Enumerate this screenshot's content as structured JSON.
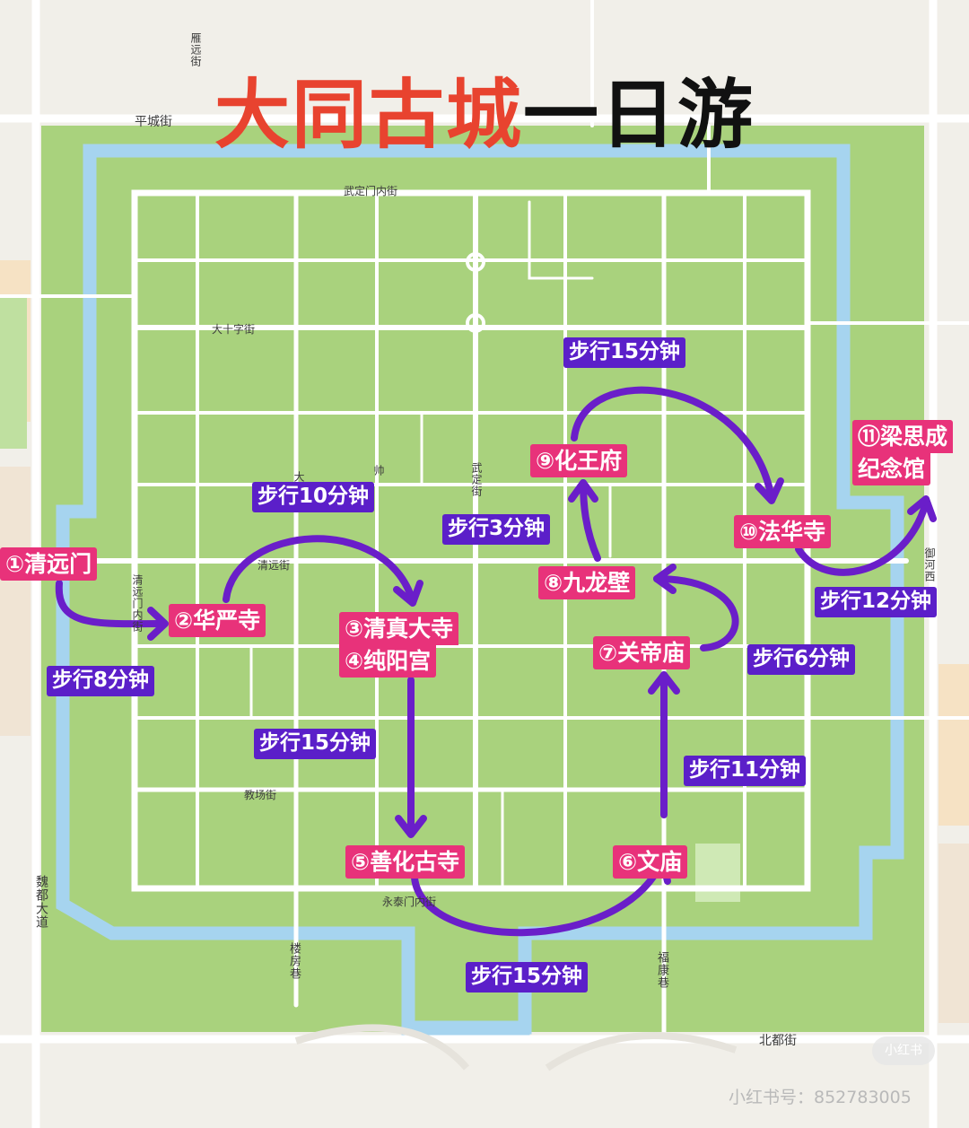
{
  "title": {
    "part1": "大同古城",
    "part2": "一日游"
  },
  "streets": {
    "pingcheng": "平城街",
    "yanyuan": "雁远街",
    "wudingmen_nei": "武定门内街",
    "dashizi": "大十字街",
    "qingyuan_jie": "清远街",
    "qingyuanmen_nei": "清远门内街",
    "jiaochang": "教场街",
    "yongtai": "永泰门内街",
    "louyang": "楼房巷",
    "fukang": "福康巷",
    "beidu": "北都街",
    "weidu": "魏都大道",
    "wuding": "武定街",
    "yuhe": "御河西",
    "da": "大",
    "shuai": "帅"
  },
  "stops": [
    {
      "id": "qingyuanmen",
      "label": "①清远门"
    },
    {
      "id": "huayansi",
      "label": "②华严寺"
    },
    {
      "id": "qingzhen",
      "label": "③清真大寺"
    },
    {
      "id": "chunyang",
      "label": "④纯阳宫"
    },
    {
      "id": "shanhua",
      "label": "⑤善化古寺"
    },
    {
      "id": "wenmiao",
      "label": "⑥文庙"
    },
    {
      "id": "guandi",
      "label": "⑦关帝庙"
    },
    {
      "id": "jiulongbi",
      "label": "⑧九龙壁"
    },
    {
      "id": "huawangfu",
      "label": "⑨化王府"
    },
    {
      "id": "fahuasi",
      "label": "⑩法华寺"
    },
    {
      "id": "liangsicheng_1",
      "label": "⑪梁思成"
    },
    {
      "id": "liangsicheng_2",
      "label": "纪念馆"
    }
  ],
  "walks": {
    "w1": "步行8分钟",
    "w2": "步行10分钟",
    "w3": "步行15分钟",
    "w4": "步行15分钟",
    "w5": "步行11分钟",
    "w6": "步行6分钟",
    "w7": "步行3分钟",
    "w8": "步行15分钟",
    "w9": "步行12分钟"
  },
  "watermark": {
    "app": "小红书号：852783005",
    "badge": "小红书"
  },
  "colors": {
    "park_green": "#a9d27d",
    "water": "#a6d4ef",
    "road": "#ffffff",
    "stop_label": "#e8327a",
    "walk_label": "#5b1fc9",
    "route_arrow": "#6a1ec9",
    "title_red": "#e8432f"
  }
}
